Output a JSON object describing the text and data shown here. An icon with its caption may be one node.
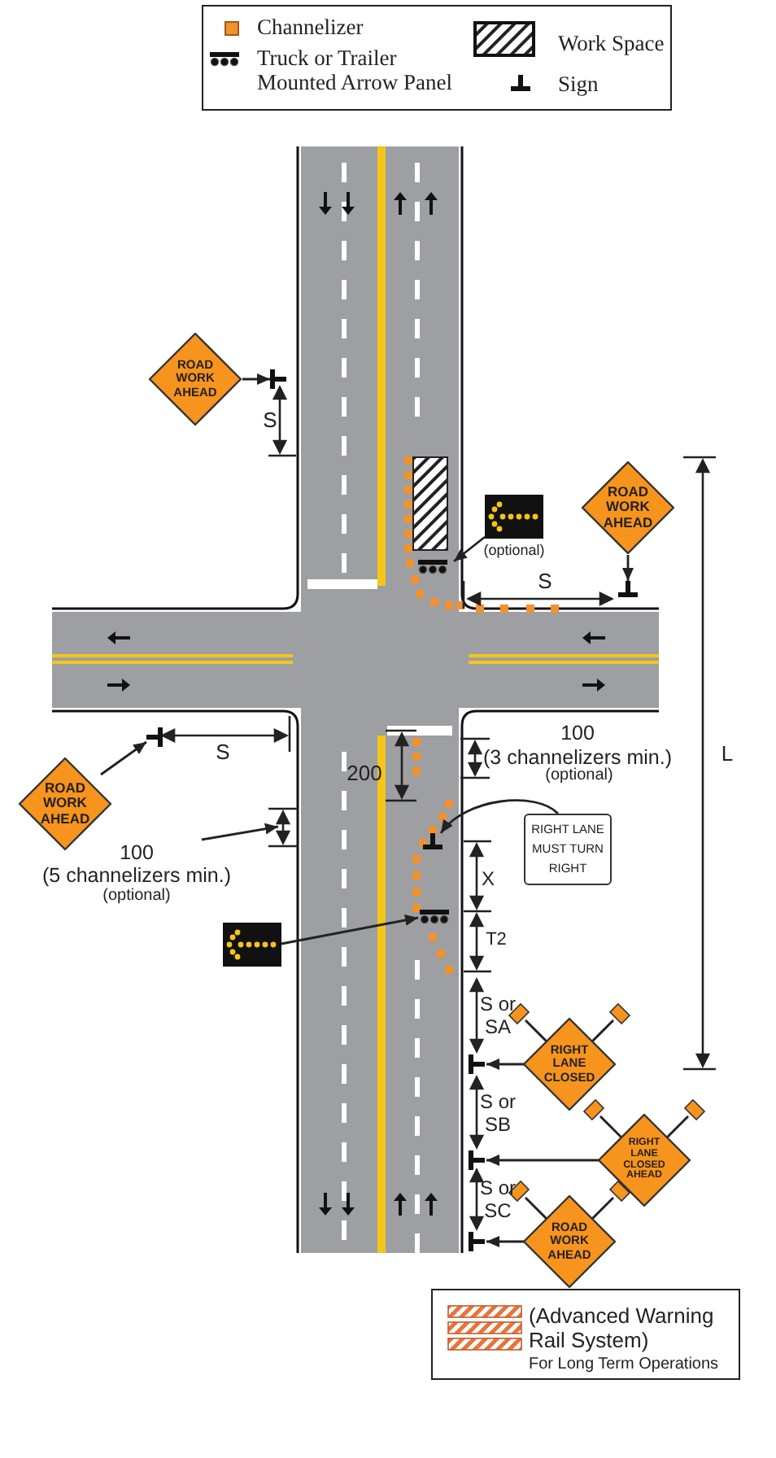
{
  "diagram": {
    "nodes": [
      {
        "text": [
          "ROAD WORK AHEAD"
        ]
      },
      {
        "text": [],
        "shape": "post"
      },
      {
        "text": [],
        "shape": "box",
        "beside": [
          "(optional)"
        ]
      },
      {
        "text": [],
        "shape": "truck"
      },
      {
        "text": [
          "ROAD WORK AHEAD"
        ]
      },
      {
        "text": [],
        "shape": "post"
      },
      {
        "text": [
          "ROAD WORK AHEAD"
        ]
      },
      {
        "text": [],
        "shape": "post"
      },
      {
        "text": [
          "RIGHT LANE MUST TURN RIGHT"
        ]
      },
      {
        "text": [],
        "shape": "post"
      },
      {
        "text": [],
        "shape": "box"
      },
      {
        "text": [],
        "shape": "truck"
      },
      {
        "text": [
          "RIGHT LANE CLOSED"
        ]
      },
      {
        "text": [],
        "shape": "post"
      },
      {
        "text": [
          "RIGHT LANE CLOSED AHEAD"
        ]
      },
      {
        "text": [],
        "shape": "post"
      },
      {
        "text": [
          "ROAD WORK AHEAD"
        ]
      },
      {
        "text": [],
        "shape": "post"
      },
      {
        "text": [
          "100 (5 channelizers min.)",
          "(optional)"
        ]
      }
    ],
    "edges": [
      {
        "from": 0,
        "to": 1,
        "arrow": "to"
      },
      {
        "from": 2,
        "to": 3,
        "arrow": "to"
      },
      {
        "from": 4,
        "to": 5,
        "arrow": "to"
      },
      {
        "from": 6,
        "to": 7,
        "arrow": "to"
      },
      {
        "from": 18,
        "to": null,
        "arrow": "to"
      },
      {
        "from": 8,
        "to": 9,
        "arrow": "to"
      },
      {
        "from": 10,
        "to": 11,
        "arrow": "to"
      },
      {
        "from": 12,
        "to": 13,
        "arrow": "to"
      },
      {
        "from": 14,
        "to": 15,
        "arrow": "to"
      },
      {
        "from": 16,
        "to": 17,
        "arrow": "to"
      }
    ],
    "labels": [
      "S",
      "S",
      "S",
      "100 (3 channelizers min.)",
      "(optional)",
      "L",
      "200",
      "X",
      "T2",
      "S or SA",
      "S or SB",
      "S or SC",
      "For Long Term Operations"
    ],
    "legend": [
      {
        "text": "Channelizer",
        "color": "#f0922e"
      },
      {
        "text": "Truck or Trailer Mounted Arrow Panel"
      },
      {
        "text": "Work Space"
      },
      {
        "text": "Sign"
      },
      {
        "text": "(Advanced Warning Rail System)"
      }
    ]
  }
}
